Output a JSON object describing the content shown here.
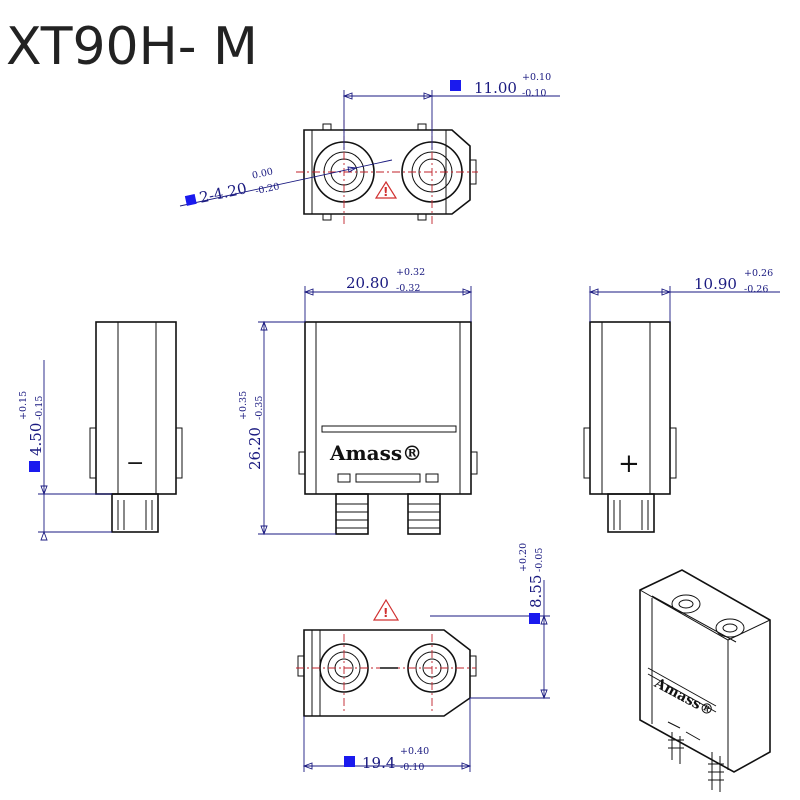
{
  "title": "XT90H- M",
  "brand": "Amass®",
  "polarity": {
    "negative": "−",
    "positive": "+"
  },
  "warning_mark": "!",
  "dimensions": {
    "top_pitch": {
      "value": "11.00",
      "tol_upper": "+0.10",
      "tol_lower": "-0.10"
    },
    "hole_diameter": {
      "value": "2-4.20",
      "tol_upper": "0.00",
      "tol_lower": "-0.20"
    },
    "front_width": {
      "value": "20.80",
      "tol_upper": "+0.32",
      "tol_lower": "-0.32"
    },
    "front_height": {
      "value": "26.20",
      "tol_upper": "+0.35",
      "tol_lower": "-0.35"
    },
    "side_width": {
      "value": "10.90",
      "tol_upper": "+0.26",
      "tol_lower": "-0.26"
    },
    "pin_length": {
      "value": "4.50",
      "tol_upper": "+0.15",
      "tol_lower": "-0.15"
    },
    "bottom_depth": {
      "value": "8.55",
      "tol_upper": "+0.20",
      "tol_lower": "-0.05"
    },
    "bottom_width": {
      "value": "19.4",
      "tol_upper": "+0.40",
      "tol_lower": "-0.10"
    }
  },
  "colors": {
    "dimension": "#1a1a80",
    "centerline": "#c0202a",
    "marker": "#1a1aee",
    "outline": "#111111"
  },
  "views": [
    "top-view",
    "left-side-view",
    "front-view",
    "right-side-view",
    "bottom-view",
    "isometric-view"
  ]
}
